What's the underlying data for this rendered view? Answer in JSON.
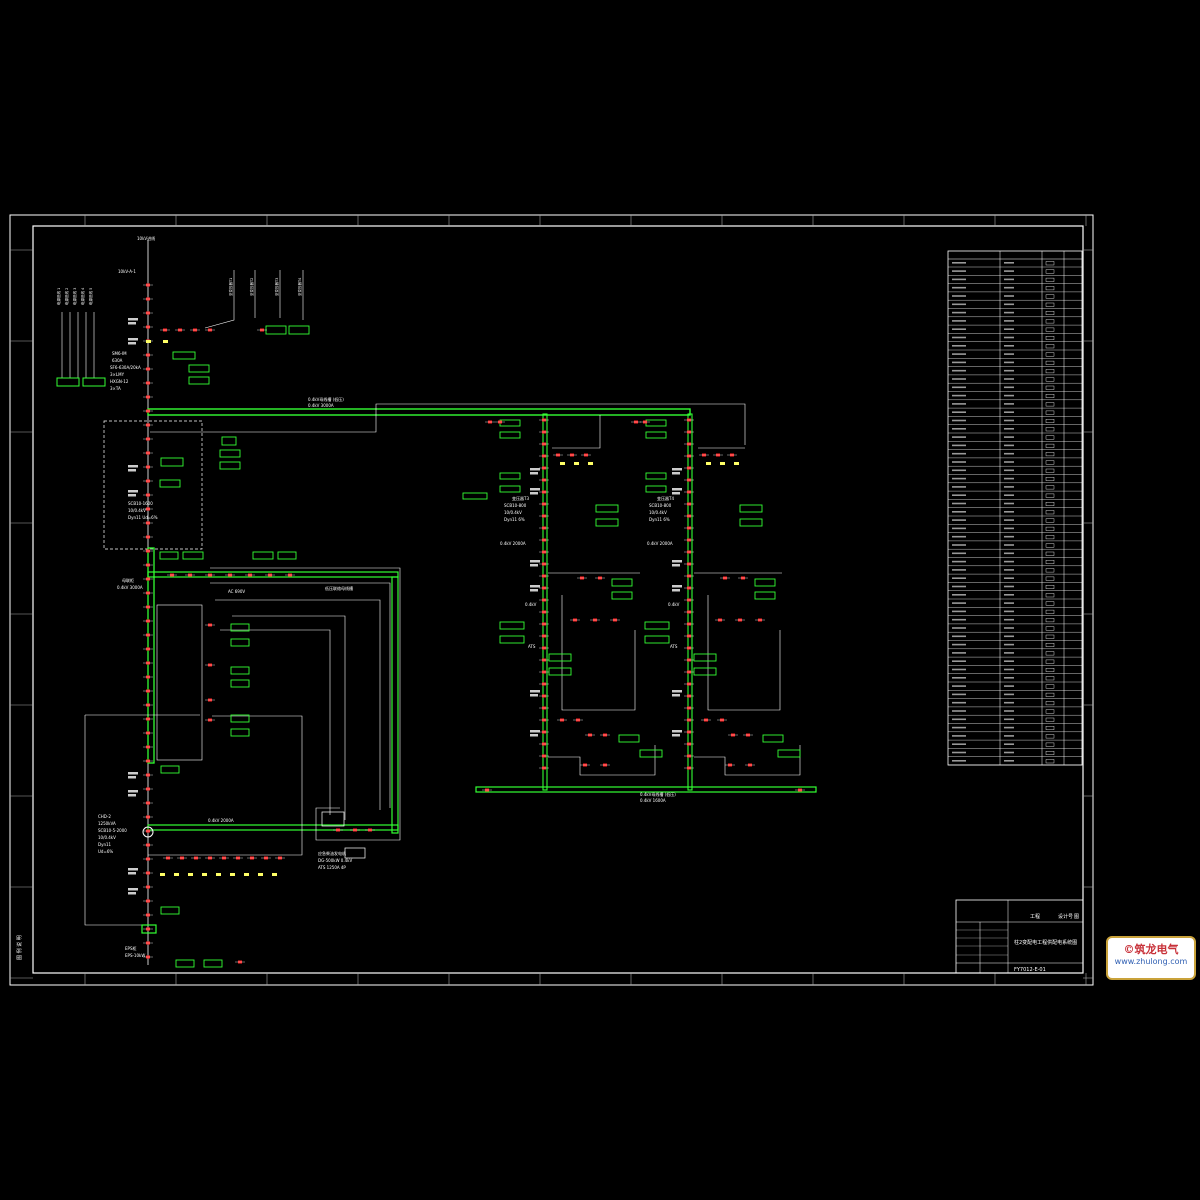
{
  "drawing": {
    "title": "柱2变配电工程供配电系统图",
    "drawing_number": "FY7012-E-01",
    "title_block_labels": [
      "工程",
      "设计号",
      "图"
    ],
    "side_label": "图 例 说 明",
    "bus_text": [
      "0.4kV母线槽 (低压)",
      "0.4kV 3000A",
      "0.4kV 2000A",
      "0.4kV 1600A",
      "0.4kV母线槽 (低压)"
    ]
  },
  "colors": {
    "background": "#000000",
    "frame": "#ffffff",
    "bus": "#33ff33",
    "breaker": "#ff2020",
    "box": "#33ff33",
    "text": "#ffffff",
    "accent": "#ffff00"
  },
  "watermark": {
    "brand": "©筑龙电气",
    "url": "www.zhulong.com"
  }
}
